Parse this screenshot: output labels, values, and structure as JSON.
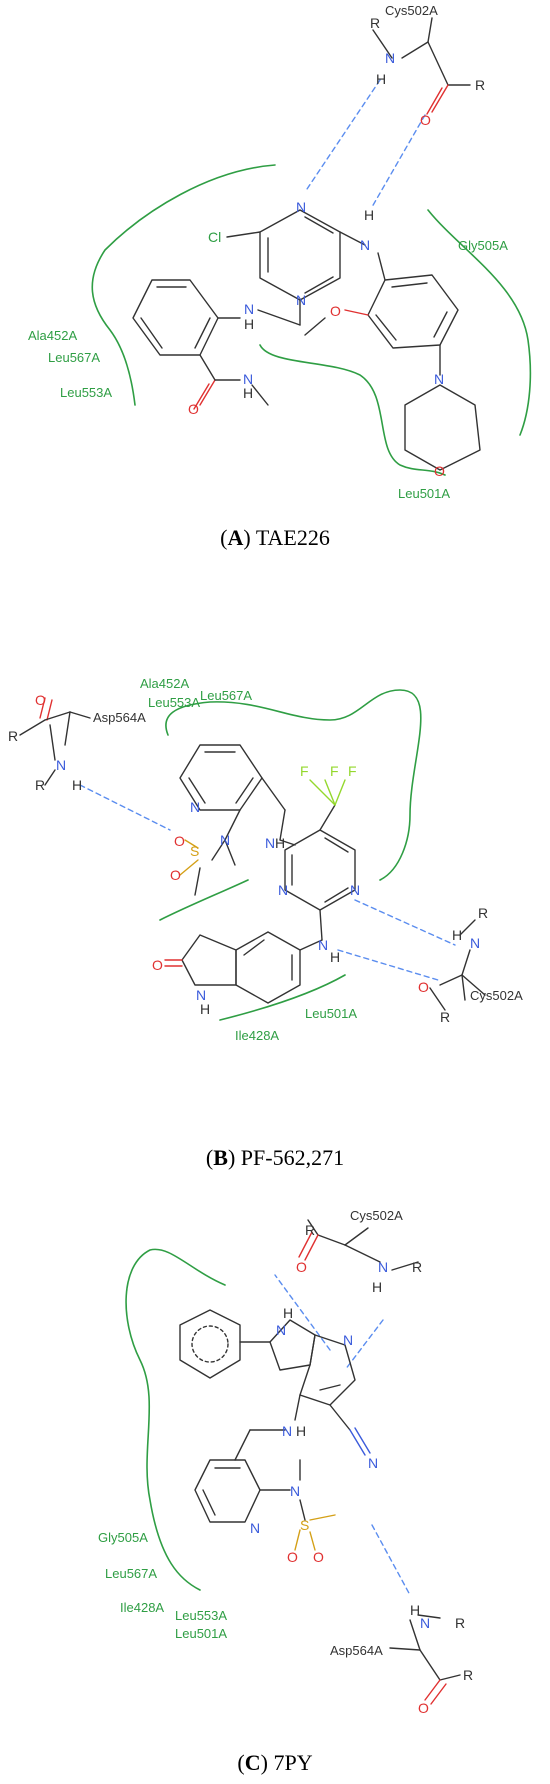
{
  "colors": {
    "bond": "#333333",
    "nitrogen": "#3b5bdb",
    "oxygen": "#e03131",
    "chlorine": "#2f9e44",
    "fluorine": "#94d82d",
    "sulfur": "#d4a017",
    "residue": "#2f9e44",
    "pocket": "#2f9e44",
    "hbond": "#5b8def"
  },
  "panels": [
    {
      "letter": "A",
      "name": "TAE226",
      "residues": [
        "Cys502A",
        "Gly505A",
        "Ala452A",
        "Leu567A",
        "Leu553A",
        "Leu501A"
      ],
      "atoms": {
        "cl": "Cl",
        "n": "N",
        "h": "H",
        "o": "O",
        "r": "R"
      }
    },
    {
      "letter": "B",
      "name": "PF-562,271",
      "residues": [
        "Asp564A",
        "Ala452A",
        "Leu553A",
        "Leu567A",
        "Cys502A",
        "Leu501A",
        "Ile428A"
      ],
      "atoms": {
        "f": "F",
        "s": "S",
        "n": "N",
        "h": "H",
        "o": "O",
        "r": "R"
      }
    },
    {
      "letter": "C",
      "name": "7PY",
      "residues": [
        "Cys502A",
        "Gly505A",
        "Leu567A",
        "Ile428A",
        "Leu553A",
        "Leu501A",
        "Asp564A"
      ],
      "atoms": {
        "s": "S",
        "n": "N",
        "h": "H",
        "o": "O",
        "r": "R"
      }
    }
  ]
}
